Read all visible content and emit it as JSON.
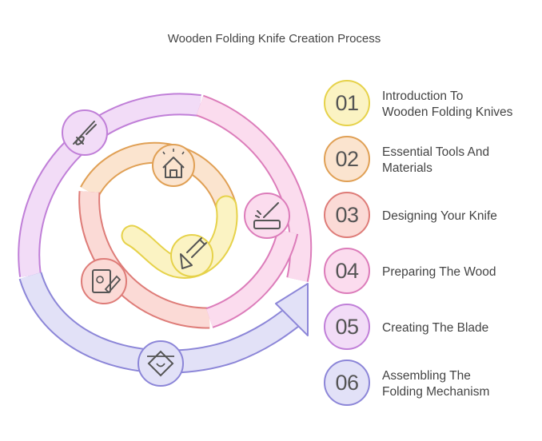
{
  "title": "Wooden Folding Knife Creation Process",
  "steps": [
    {
      "number": "01",
      "label": "Introduction To\nWooden Folding Knives",
      "color": "#fbf3c3",
      "border": "#e6d24a",
      "icon": "knife-icon"
    },
    {
      "number": "02",
      "label": "Essential Tools And\nMaterials",
      "color": "#fbe4cf",
      "border": "#e0a055",
      "icon": "house-icon"
    },
    {
      "number": "03",
      "label": "Designing Your Knife",
      "color": "#fbdad6",
      "border": "#de7c78",
      "icon": "sketch-icon"
    },
    {
      "number": "04",
      "label": "Preparing The Wood",
      "color": "#fbdcee",
      "border": "#dc7cba",
      "icon": "carving-icon"
    },
    {
      "number": "05",
      "label": "Creating The Blade",
      "color": "#f2dcf7",
      "border": "#c07fd8",
      "icon": "blade-icon"
    },
    {
      "number": "06",
      "label": "Assembling The\nFolding Mechanism",
      "color": "#e2e1f7",
      "border": "#8c86d8",
      "icon": "assembly-icon"
    }
  ]
}
